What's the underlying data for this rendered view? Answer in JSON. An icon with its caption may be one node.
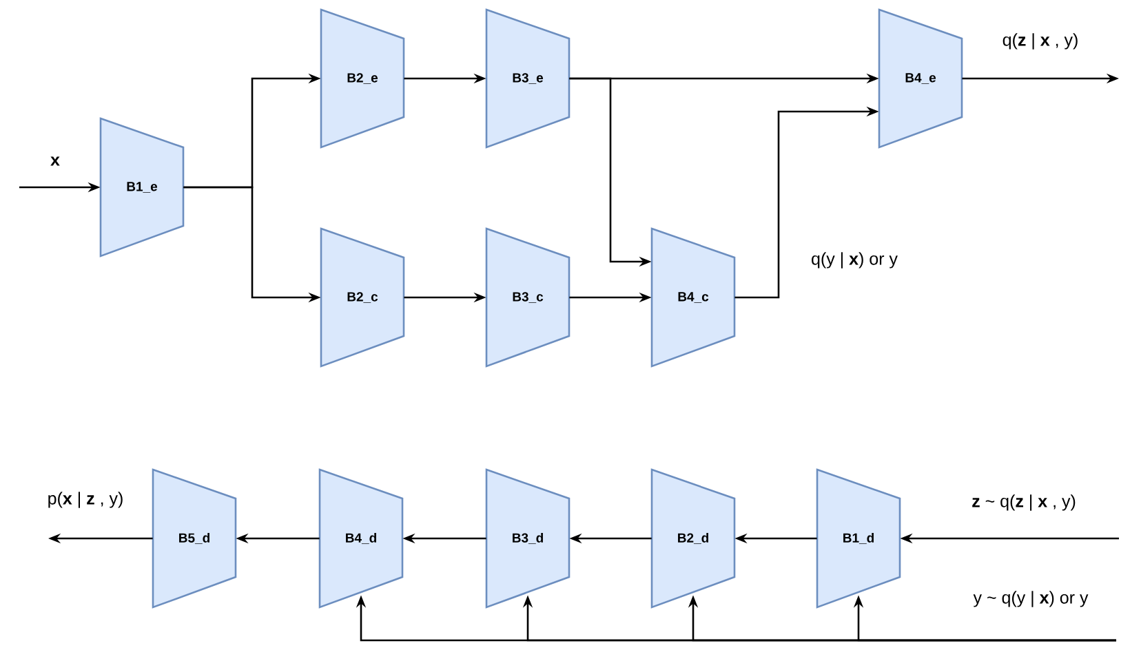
{
  "diagram": {
    "nodes": [
      {
        "text": [
          "B1_e"
        ]
      },
      {
        "text": [
          "B2_e"
        ]
      },
      {
        "text": [
          "B3_e"
        ]
      },
      {
        "text": [
          "B4_e"
        ]
      },
      {
        "text": [
          "B2_c"
        ]
      },
      {
        "text": [
          "B3_c"
        ]
      },
      {
        "text": [
          "B4_c"
        ]
      },
      {
        "text": [
          "B5_d"
        ]
      },
      {
        "text": [
          "B4_d"
        ]
      },
      {
        "text": [
          "B3_d"
        ]
      },
      {
        "text": [
          "B2_d"
        ]
      },
      {
        "text": [
          "B1_d"
        ]
      }
    ],
    "edges": [
      {
        "from": null,
        "to": 0,
        "arrow": "to",
        "label": "x"
      },
      {
        "from": 0,
        "to": 1,
        "arrow": "to"
      },
      {
        "from": 0,
        "to": 4,
        "arrow": "to"
      },
      {
        "from": 1,
        "to": 2,
        "arrow": "to"
      },
      {
        "from": 2,
        "to": 3,
        "arrow": "to"
      },
      {
        "from": 2,
        "to": 6,
        "arrow": "to"
      },
      {
        "from": 4,
        "to": 5,
        "arrow": "to"
      },
      {
        "from": 5,
        "to": 6,
        "arrow": "to"
      },
      {
        "from": 6,
        "to": 3,
        "arrow": "to",
        "label": "q(y | **x**) or y"
      },
      {
        "from": 3,
        "to": null,
        "arrow": "to",
        "label": "q(**z** | **x** , y)"
      },
      {
        "from": null,
        "to": 11,
        "arrow": "to",
        "label": "**z** ~ q(**z** | **x** , y)"
      },
      {
        "from": 11,
        "to": 10,
        "arrow": "to"
      },
      {
        "from": 10,
        "to": 9,
        "arrow": "to"
      },
      {
        "from": 9,
        "to": 8,
        "arrow": "to"
      },
      {
        "from": 8,
        "to": 7,
        "arrow": "to"
      },
      {
        "from": 7,
        "to": null,
        "arrow": "to",
        "label": "p(**x** | **z** , y)"
      },
      {
        "from": null,
        "to": 11,
        "arrow": "to",
        "label": "y ~ q(y | **x**) or y"
      },
      {
        "from": null,
        "to": 10,
        "arrow": "to"
      },
      {
        "from": null,
        "to": 9,
        "arrow": "to"
      },
      {
        "from": null,
        "to": 8,
        "arrow": "to"
      }
    ]
  }
}
